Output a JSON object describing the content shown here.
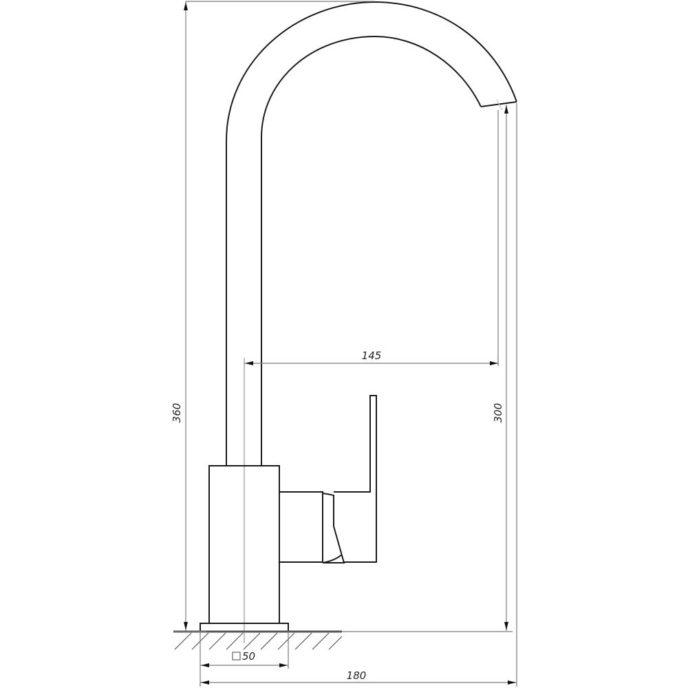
{
  "drawing": {
    "subject": "faucet side elevation",
    "dimensions": {
      "overall_height": "360",
      "spout_outlet_height": "300",
      "spout_reach": "145",
      "overall_width": "180",
      "base_square": "50",
      "base_square_symbol": "square"
    }
  },
  "colors": {
    "outline": "#1a1a1a",
    "dimension_line": "#7a7a7a",
    "center_line": "#b0b0b0",
    "background": "#ffffff"
  }
}
